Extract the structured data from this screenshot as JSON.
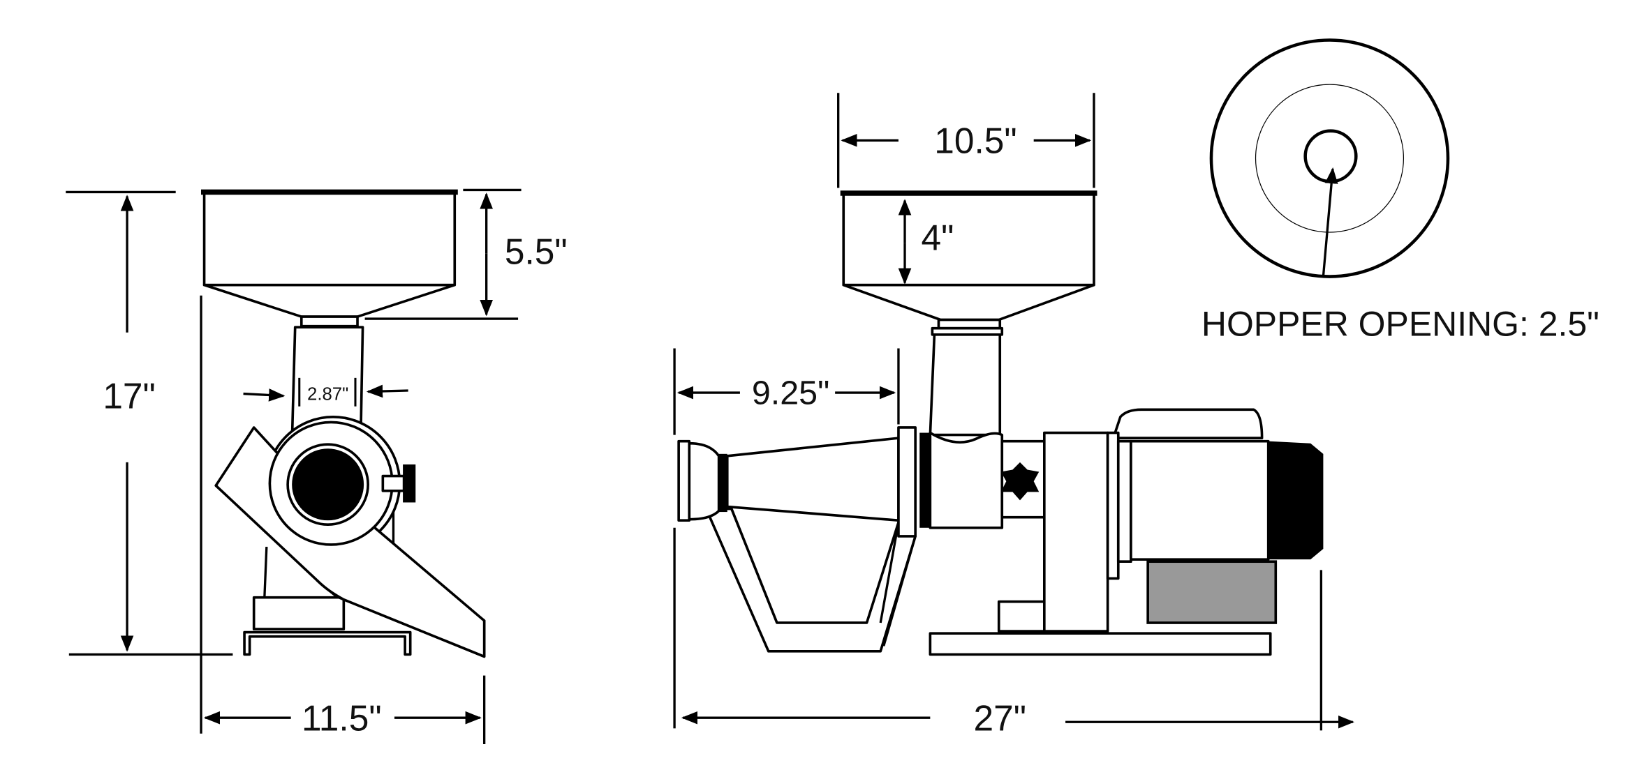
{
  "side_view": {
    "height_label": "17\"",
    "width_label": "11.5\"",
    "hopper_depth_label": "5.5\"",
    "tube_width_label": "2.87\""
  },
  "front_view": {
    "hopper_width_label": "10.5\"",
    "hopper_height_label": "4\"",
    "cone_length_label": "9.25\"",
    "total_length_label": "27\""
  },
  "top_view": {
    "hopper_opening_label": "HOPPER OPENING: 2.5\""
  },
  "colors": {
    "line": "#000000",
    "motor_box": "#999999",
    "background": "#ffffff"
  }
}
